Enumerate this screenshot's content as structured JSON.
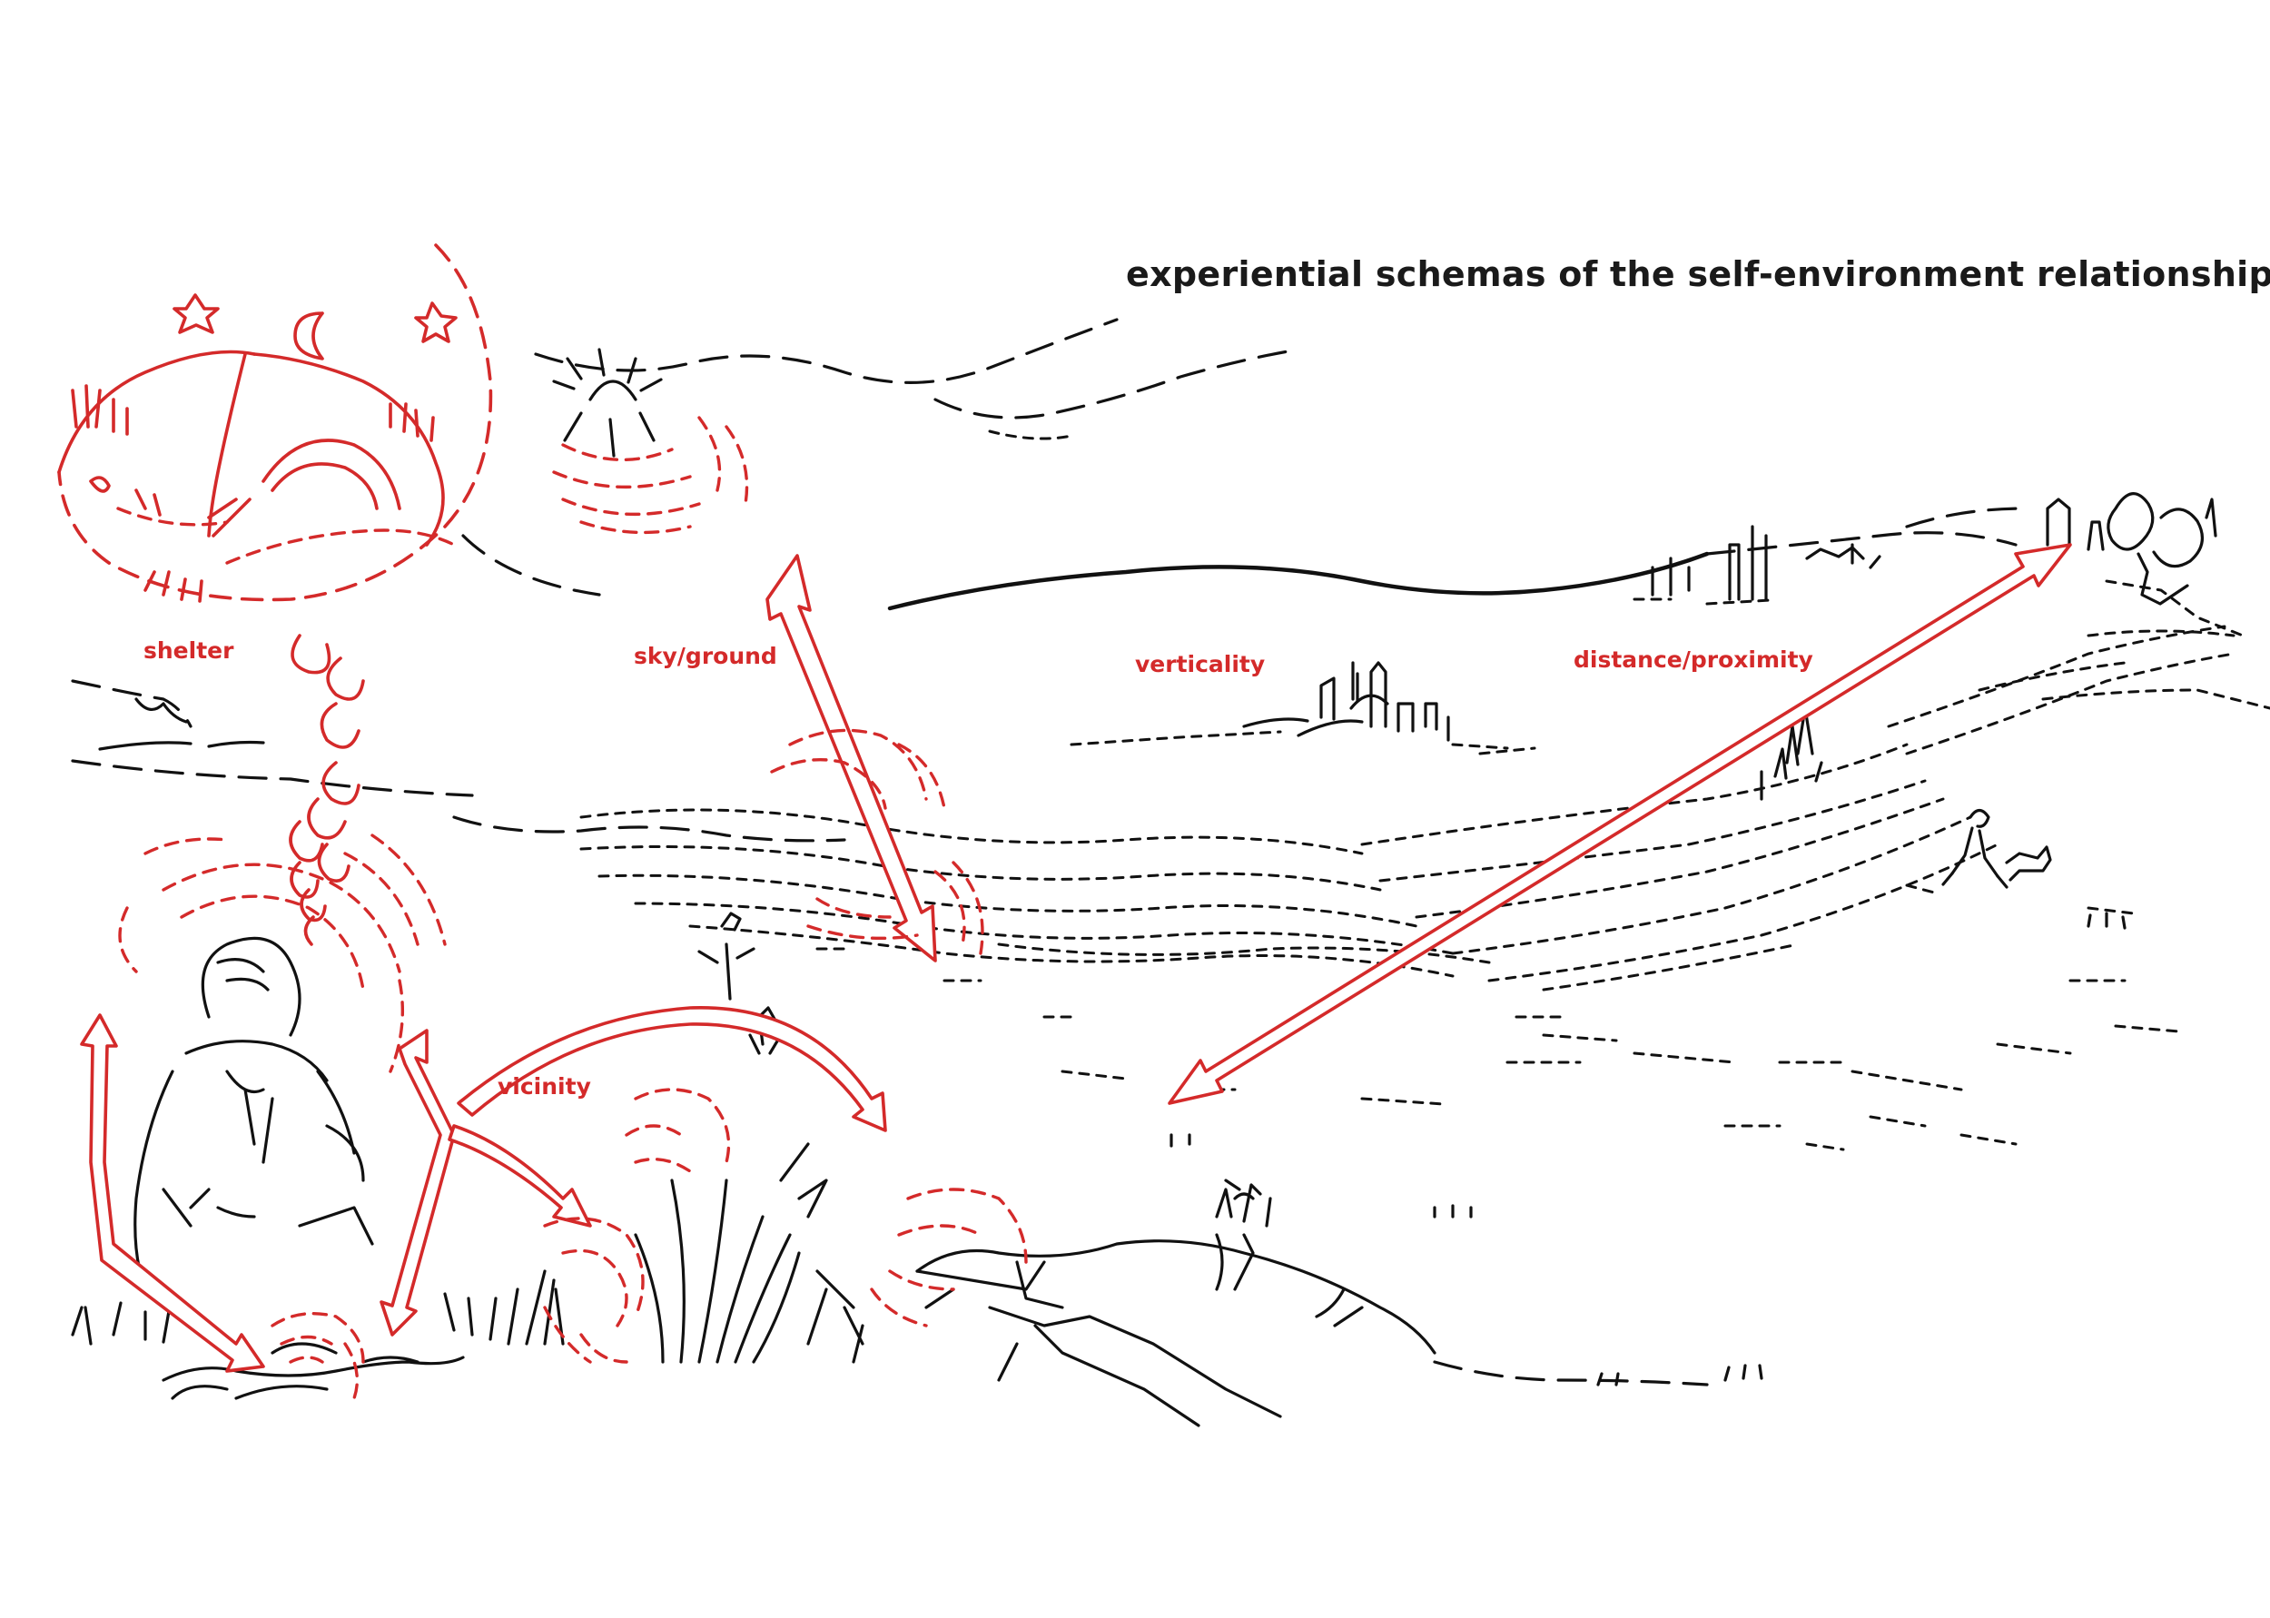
{
  "title": "experiential schemas of the self-environment relationship",
  "labels": {
    "shelter": "shelter",
    "sky_ground": "sky/ground",
    "verticality": "verticality",
    "distance_proximity": "distance/proximity",
    "vicinity": "vicinity"
  },
  "colors": {
    "ink": "#111111",
    "accent": "#d42a2a",
    "background": "#ffffff"
  }
}
